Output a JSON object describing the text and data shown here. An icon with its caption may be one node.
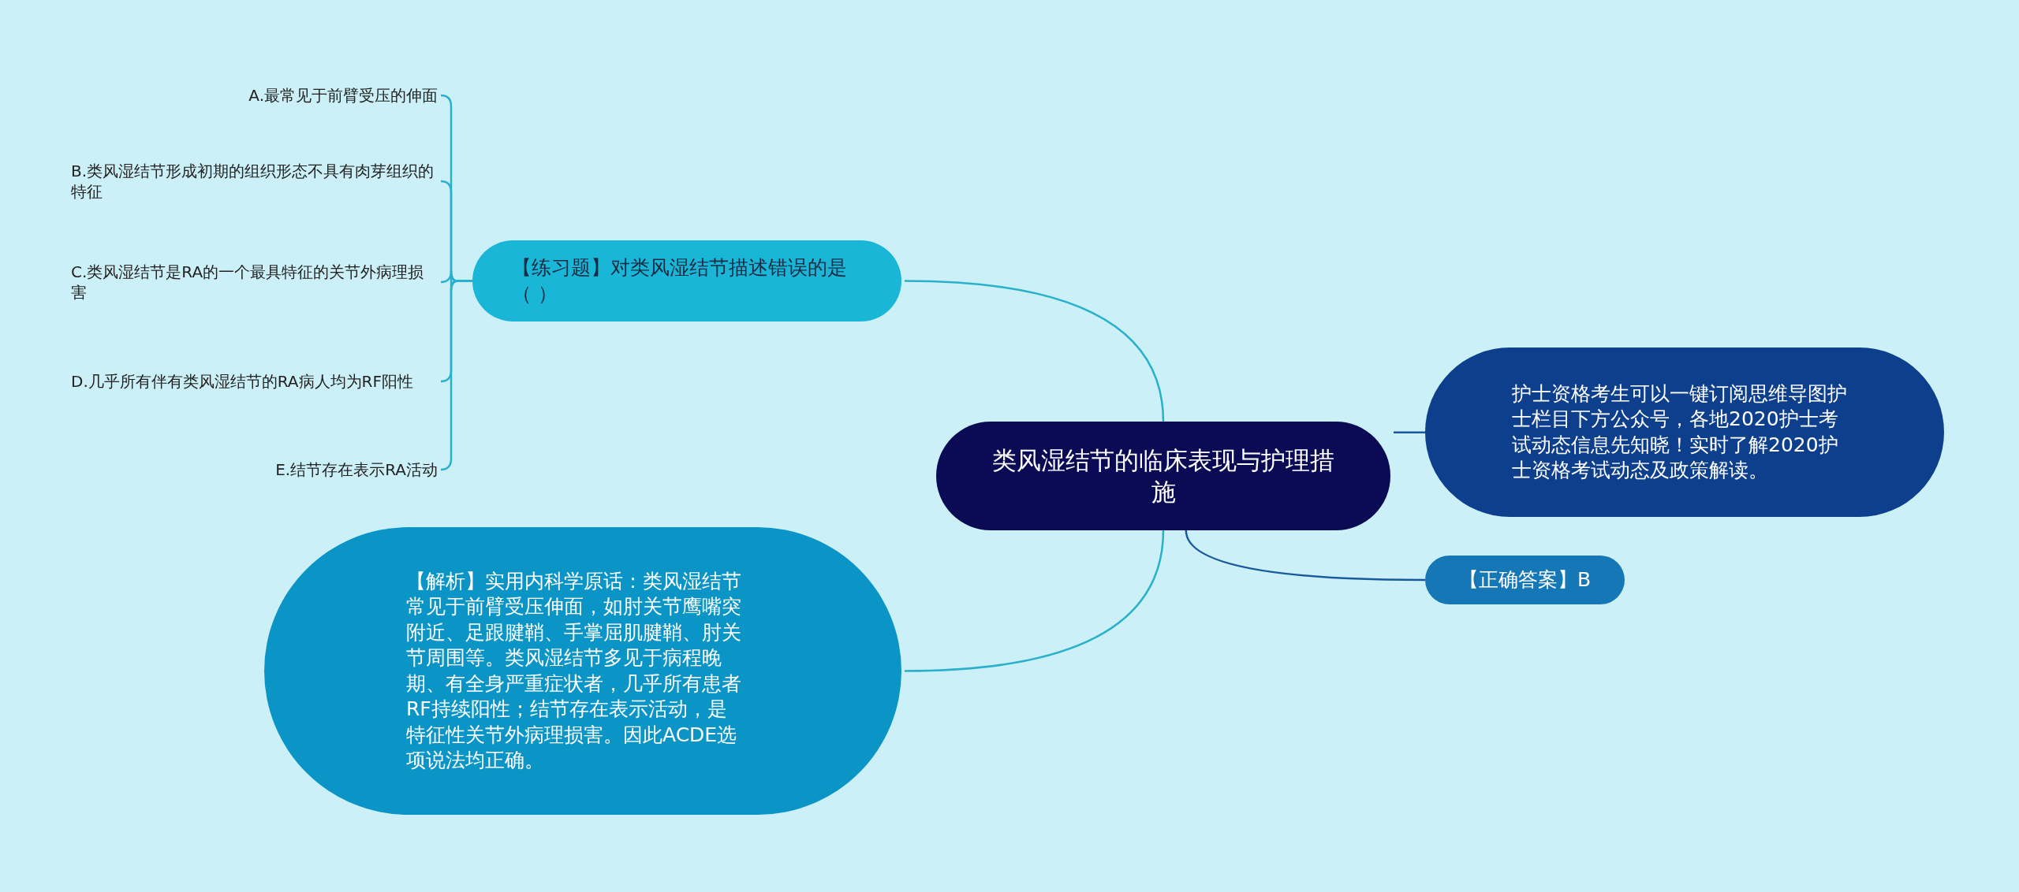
{
  "diagram": {
    "nodes": [
      {
        "text": [
          "类风湿结节的临床表现与护理措施"
        ]
      },
      {
        "text": [
          "【练习题】对类风湿结节描述错误的是（    ）"
        ]
      },
      {
        "text": [
          "A.最常见于前臂受压的伸面"
        ]
      },
      {
        "text": [
          "B.类风湿结节形成初期的组织形态不具有肉芽组织的特征"
        ]
      },
      {
        "text": [
          "C.类风湿结节是RA的一个最具特征的关节外病理损害"
        ]
      },
      {
        "text": [
          "D.几乎所有伴有类风湿结节的RA病人均为RF阳性"
        ]
      },
      {
        "text": [
          "E.结节存在表示RA活动"
        ]
      },
      {
        "text": [
          "【解析】实用内科学原话：类风湿结节常见于前臂受压伸面，如肘关节鹰嘴突附近、足跟腱鞘、手掌屈肌腱鞘、肘关节周围等。类风湿结节多见于病程晚期、有全身严重症状者，几乎所有患者RF持续阳性；结节存在表示活动，是特征性关节外病理损害。因此ACDE选项说法均正确。"
        ]
      },
      {
        "text": [
          "护士资格考生可以一键订阅思维导图护士栏目下方公众号，各地2020护士考试动态信息先知晓！实时了解2020护士资格考试动态及政策解读。"
        ]
      },
      {
        "text": [
          "【正确答案】B"
        ]
      }
    ],
    "edges": [
      {
        "from": 0,
        "to": 1,
        "arrow": "none"
      },
      {
        "from": 1,
        "to": 2,
        "arrow": "none"
      },
      {
        "from": 1,
        "to": 3,
        "arrow": "none"
      },
      {
        "from": 1,
        "to": 4,
        "arrow": "none"
      },
      {
        "from": 1,
        "to": 5,
        "arrow": "none"
      },
      {
        "from": 1,
        "to": 6,
        "arrow": "none"
      },
      {
        "from": 0,
        "to": 7,
        "arrow": "none"
      },
      {
        "from": 0,
        "to": 8,
        "arrow": "none",
        "color": "#1a5a9c"
      },
      {
        "from": 0,
        "to": 9,
        "arrow": "none",
        "color": "#1a5a9c"
      }
    ]
  }
}
